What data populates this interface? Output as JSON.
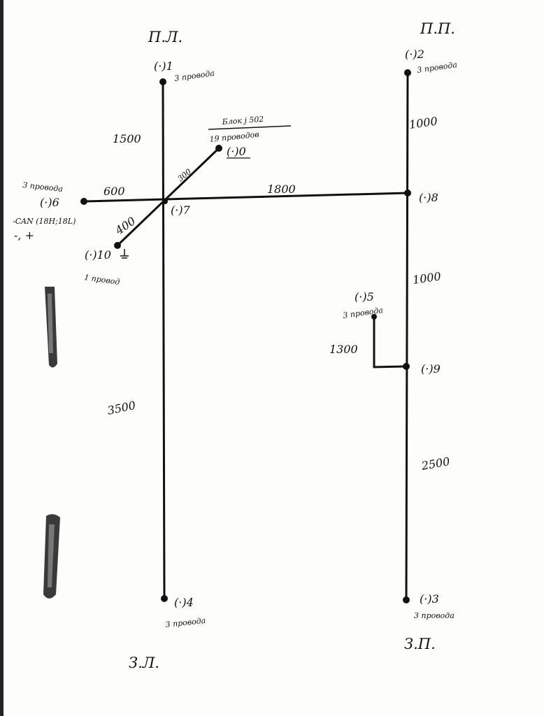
{
  "corners": {
    "top_left": "П.Л.",
    "top_right": "П.П.",
    "bottom_left": "З.Л.",
    "bottom_right": "З.П."
  },
  "points": {
    "p1": {
      "id": "(·)1",
      "note": "3 провода"
    },
    "p2": {
      "id": "(·)2",
      "note": "3 провода"
    },
    "p3": {
      "id": "(·)3",
      "note": "3 провода"
    },
    "p4": {
      "id": "(·)4",
      "note": "3 провода"
    },
    "p5": {
      "id": "(·)5",
      "note": "3 провода"
    },
    "p6": {
      "id": "(·)6",
      "note": "3 провода",
      "can": "-CAN (18H;18L)",
      "pm": "-, +"
    },
    "p7": {
      "id": "(·)7"
    },
    "p8": {
      "id": "(·)8"
    },
    "p9": {
      "id": "(·)9"
    },
    "p10": {
      "id": "(·)10",
      "note": "1 провод"
    },
    "p0": {
      "id": "(·)0",
      "block": "Блок j 502",
      "note": "19 проводов"
    }
  },
  "lengths": {
    "p1_p7": "1500",
    "p7_p4": "3500",
    "p6_p7": "600",
    "p7_p0": "300",
    "p7_p10": "400",
    "p7_p8": "1800",
    "p2_p8": "1000",
    "p8_p9": "1000",
    "p5_p9": "1300",
    "p9_p3": "2500"
  }
}
